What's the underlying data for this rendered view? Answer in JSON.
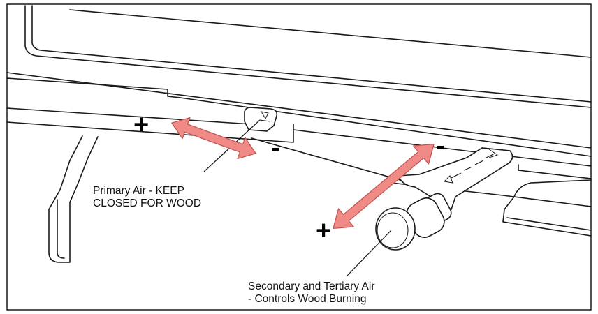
{
  "labels": {
    "primary_line1": "Primary Air - KEEP",
    "primary_line2": "CLOSED FOR WOOD",
    "secondary_line1": "Secondary and Tertiary Air",
    "secondary_line2": "- Controls Wood Burning"
  },
  "signs": {
    "primary_plus": "+",
    "primary_minus": "-",
    "secondary_minus": "-",
    "secondary_plus": "+"
  },
  "colors": {
    "arrow_fill": "#f08a86",
    "arrow_stroke": "#c0504d",
    "line": "#1a1a1a"
  }
}
